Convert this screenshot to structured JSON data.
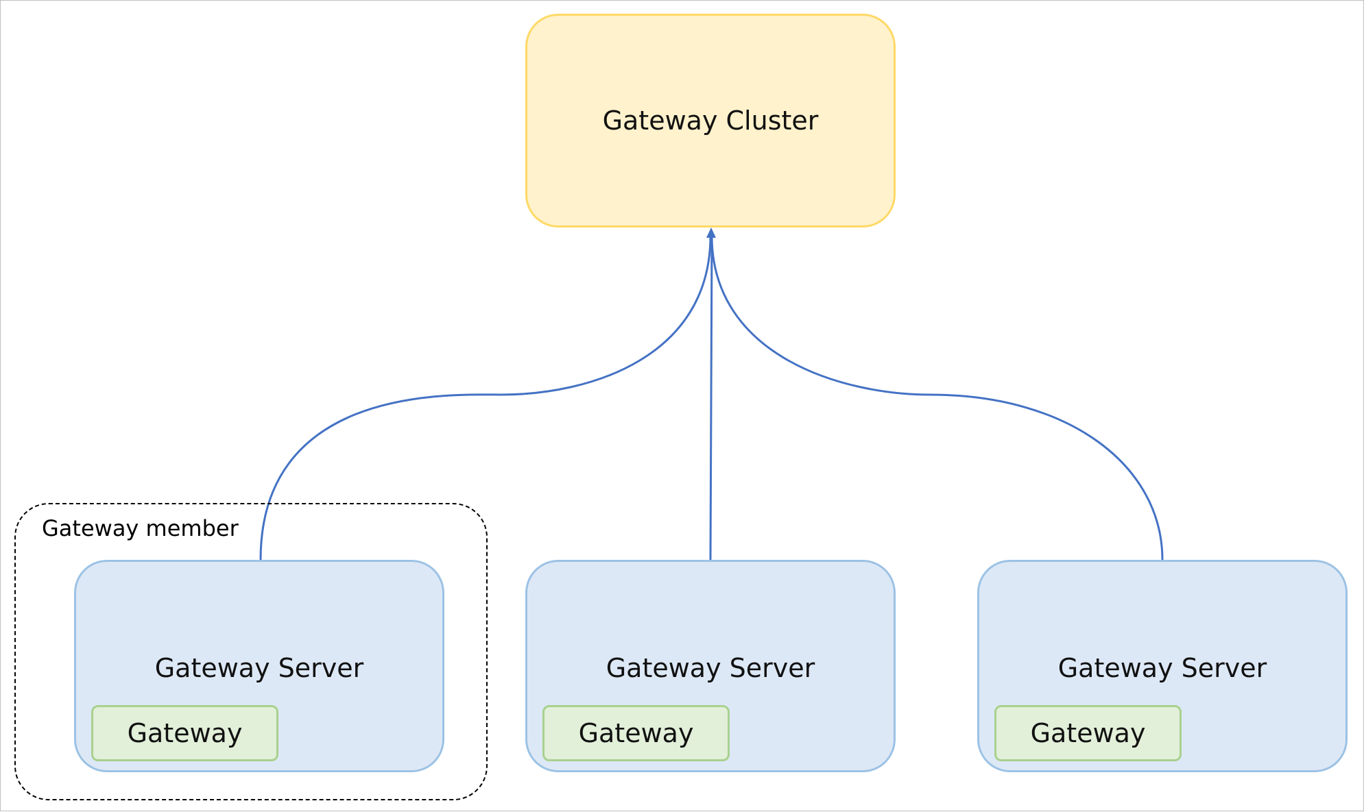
{
  "cluster": {
    "label": "Gateway Cluster"
  },
  "member_group": {
    "label": "Gateway member"
  },
  "servers": [
    {
      "label": "Gateway Server",
      "gateway_label": "Gateway"
    },
    {
      "label": "Gateway Server",
      "gateway_label": "Gateway"
    },
    {
      "label": "Gateway Server",
      "gateway_label": "Gateway"
    }
  ],
  "colors": {
    "cluster_fill": "#fff2cc",
    "cluster_border": "#ffd966",
    "server_fill": "#dde8f6",
    "server_border": "#9cc2e5",
    "gateway_fill": "#e2efd9",
    "gateway_border": "#a9d18e",
    "connector": "#4472c4"
  }
}
